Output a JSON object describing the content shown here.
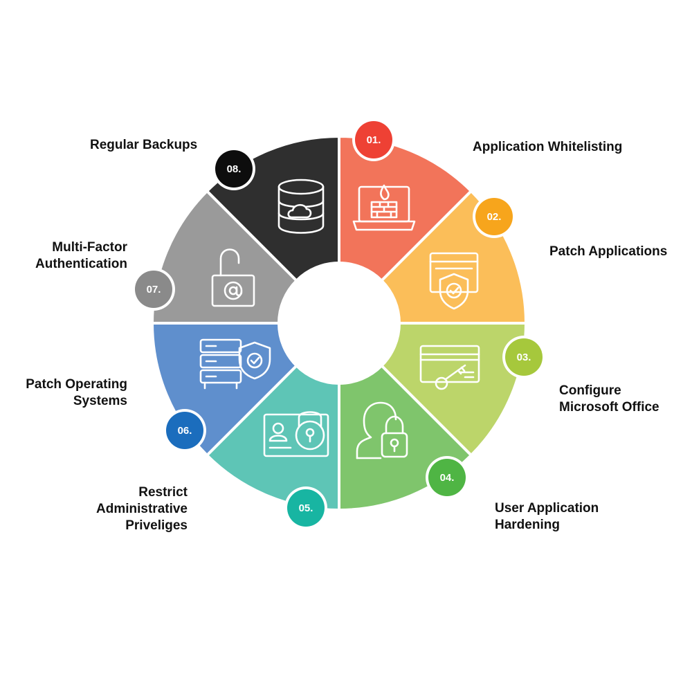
{
  "segments": [
    {
      "number": "01.",
      "label": "Application Whitelisting",
      "color": "#f2745a",
      "badge_color": "#ee4134",
      "icon": "laptop-firewall-icon"
    },
    {
      "number": "02.",
      "label": "Patch Applications",
      "color": "#fbbe59",
      "badge_color": "#f7a51c",
      "icon": "browser-shield-icon"
    },
    {
      "number": "03.",
      "label": "Configure\nMicrosoft Office",
      "color": "#bcd56a",
      "badge_color": "#a6c83c",
      "icon": "card-key-icon"
    },
    {
      "number": "04.",
      "label": "User Application\nHardening",
      "color": "#7fc56c",
      "badge_color": "#4fb544",
      "icon": "user-lock-icon"
    },
    {
      "number": "05.",
      "label": "Restrict\nAdministrative\nPriveliges",
      "color": "#5ec5b6",
      "badge_color": "#18b5a2",
      "icon": "id-card-lock-icon"
    },
    {
      "number": "06.",
      "label": "Patch Operating\nSystems",
      "color": "#5f8fcd",
      "badge_color": "#1b6dbd",
      "icon": "server-shield-icon"
    },
    {
      "number": "07.",
      "label": "Multi-Factor\nAuthentication",
      "color": "#9a9a9a",
      "badge_color": "#8a8a8a",
      "icon": "open-padlock-at-icon"
    },
    {
      "number": "08.",
      "label": "Regular Backups",
      "color": "#2f2f2f",
      "badge_color": "#0d0d0d",
      "icon": "cloud-database-icon"
    }
  ]
}
